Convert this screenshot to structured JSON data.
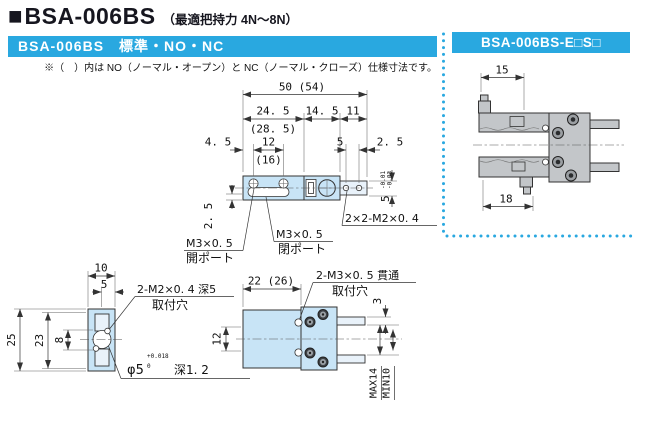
{
  "header": {
    "bullet": "■",
    "model": "BSA-006BS",
    "force": "（最適把持力 4N～8N）"
  },
  "left_section": {
    "bar": "BSA-006BS　標準・NO・NC",
    "note": "※（　）内は NO（ノーマル・オープン）と NC（ノーマル・クローズ）仕様寸法です。"
  },
  "right_section": {
    "bar": "BSA-006BS-E□S□",
    "dims": {
      "width_top": "15",
      "width_bottom": "18"
    }
  },
  "top_view": {
    "dims": {
      "overall": "50 (54)",
      "seg_body": "24. 5",
      "seg_body_alt": "(28. 5)",
      "seg_mech": "14. 5",
      "seg_finger": "11",
      "offset": "4. 5",
      "port_pitch": "12",
      "port_pitch_alt": "(16)",
      "hole_pitch": "5",
      "tip": "2. 5",
      "edge": "2. 5",
      "rail": "5",
      "rail_tol_upper": "-0.01",
      "rail_tol_lower": "-0.03"
    },
    "labels": {
      "open_port_thread": "M3×0. 5",
      "open_port": "開ポート",
      "close_port_thread": "M3×0. 5",
      "close_port": "閉ポート",
      "finger_taps": "2×2-M2×0. 4"
    }
  },
  "side_view": {
    "dims": {
      "width": "10",
      "width_half": "5",
      "height": "25",
      "height_inner": "23",
      "bore_pitch": "8"
    },
    "labels": {
      "mount_taps": "2-M2×0. 4 深5",
      "mount_holes": "取付穴",
      "bore": "φ5",
      "bore_tol_upper": "+0.018",
      "bore_tol_lower": "0",
      "bore_depth": "深1. 2"
    }
  },
  "front_view": {
    "dims": {
      "width": "22 (26)",
      "height": "12",
      "finger_thickness": "3",
      "stroke_max": "MAX14",
      "stroke_min": "MIN10"
    },
    "labels": {
      "mount_taps": "2-M3×0. 5 貫通",
      "mount_holes": "取付穴"
    }
  },
  "colors": {
    "accent": "#29a8e0",
    "part_fill": "#c8e4f6",
    "part_fill_light": "#e9f2fa",
    "gray_fill": "#c3c6c9",
    "line": "#333333"
  }
}
